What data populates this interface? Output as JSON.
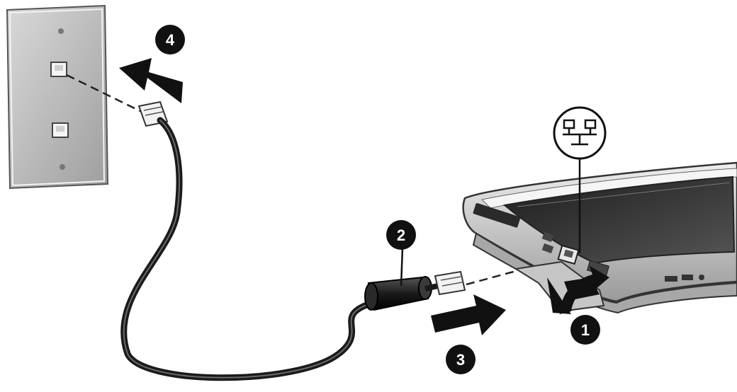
{
  "callouts": [
    {
      "id": "1",
      "label": "1"
    },
    {
      "id": "2",
      "label": "2"
    },
    {
      "id": "3",
      "label": "3"
    },
    {
      "id": "4",
      "label": "4"
    }
  ],
  "icons": {
    "network_jack_symbol": "network-icon"
  },
  "colors": {
    "ink": "#111111",
    "wall_plate": "#bdbdbd",
    "device_body": "#d6d6d6",
    "screen": "#2e2e2e",
    "cable": "#1a1a1a"
  }
}
